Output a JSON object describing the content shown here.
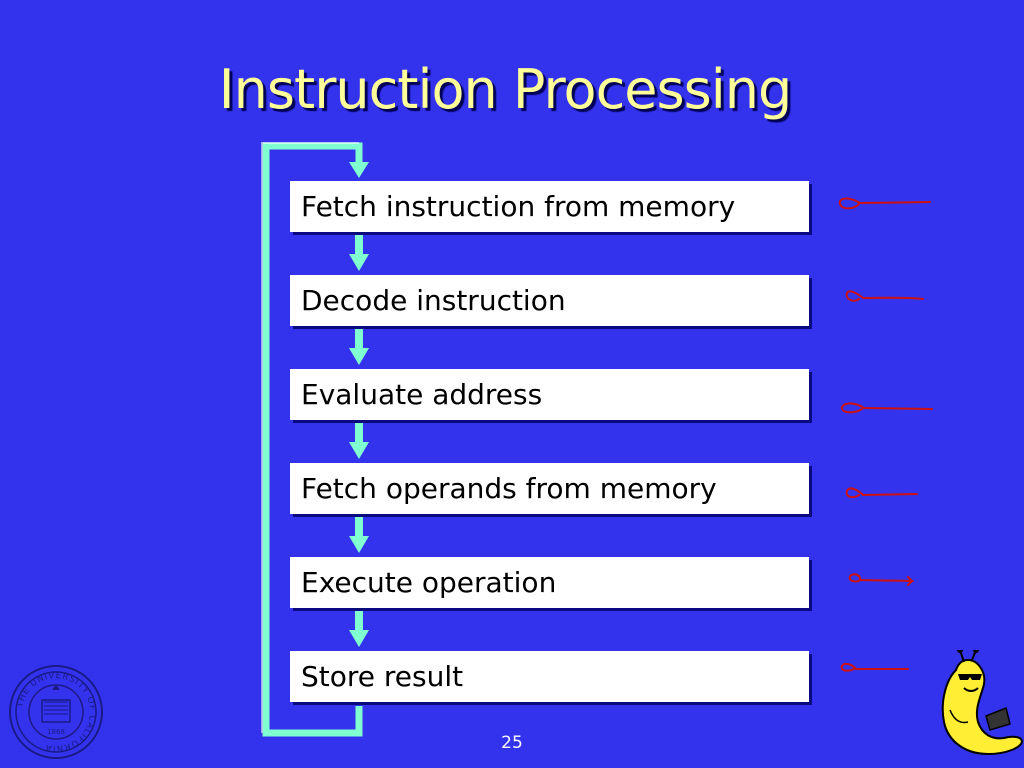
{
  "slide": {
    "title": "Instruction Processing",
    "page_number": "25"
  },
  "steps": [
    {
      "label": "Fetch instruction from memory"
    },
    {
      "label": "Decode instruction"
    },
    {
      "label": "Evaluate address"
    },
    {
      "label": "Fetch operands from memory"
    },
    {
      "label": "Execute operation"
    },
    {
      "label": "Store result"
    }
  ],
  "colors": {
    "background": "#3333ee",
    "title": "#ffff99",
    "arrow": "#80ffd0",
    "annotation": "#cc1111"
  },
  "seal": {
    "text": "THE UNIVERSITY OF CALIFORNIA",
    "year": "1868"
  }
}
